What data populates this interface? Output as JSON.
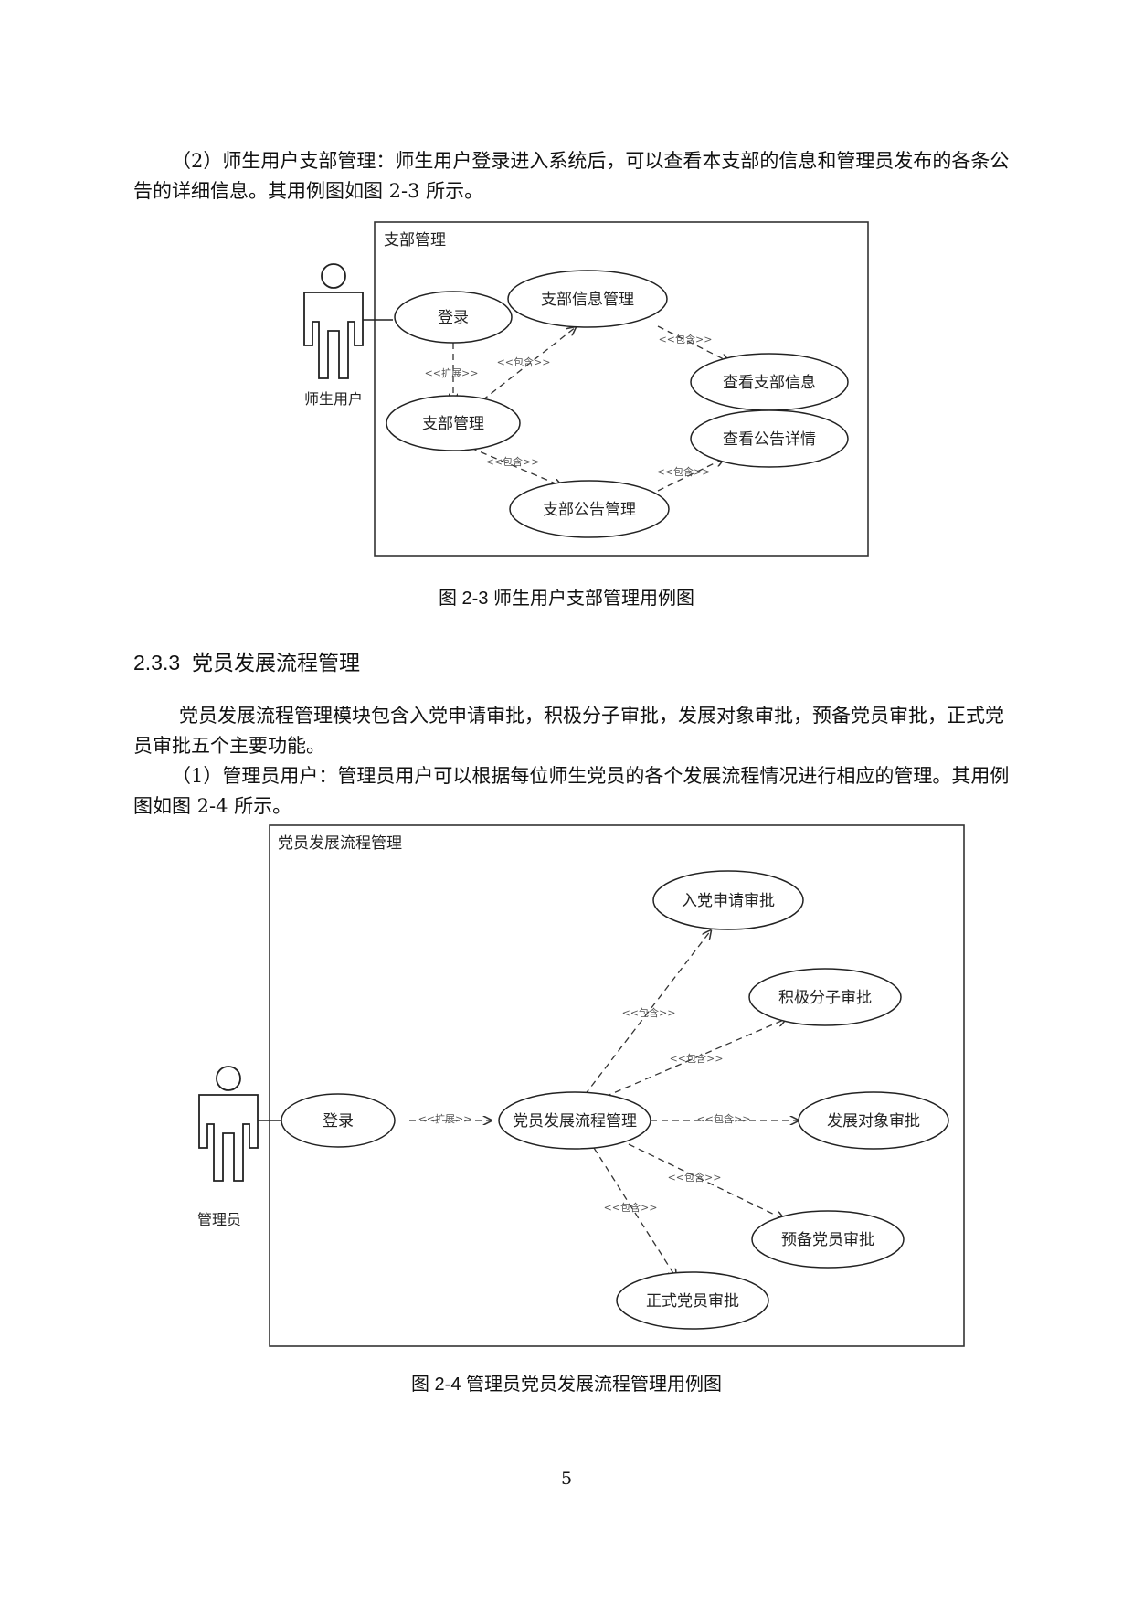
{
  "paragraphs": {
    "p1": "（2）师生用户支部管理：师生用户登录进入系统后，可以查看本支部的信息和管理员发布的各条公告的详细信息。其用例图如图 2-3 所示。",
    "p2": "党员发展流程管理模块包含入党申请审批，积极分子审批，发展对象审批，预备党员审批，正式党员审批五个主要功能。",
    "p3": "（1）管理员用户：管理员用户可以根据每位师生党员的各个发展流程情况进行相应的管理。其用例图如图 2-4 所示。"
  },
  "figure1": {
    "system_title": "支部管理",
    "actor": "师生用户",
    "use_cases": {
      "login": "登录",
      "branch_mgmt": "支部管理",
      "branch_info_mgmt": "支部信息管理",
      "view_branch_info": "查看支部信息",
      "view_notice_detail": "查看公告详情",
      "notice_mgmt": "支部公告管理"
    },
    "relations": {
      "extend": "<<扩展>>",
      "include": "<<包含>>"
    },
    "caption": "图 2-3  师生用户支部管理用例图"
  },
  "section": {
    "number": "2.3.3",
    "title": "党员发展流程管理"
  },
  "figure2": {
    "system_title": "党员发展流程管理",
    "actor": "管理员",
    "use_cases": {
      "login": "登录",
      "process_mgmt": "党员发展流程管理",
      "apply_review": "入党申请审批",
      "activist_review": "积极分子审批",
      "target_review": "发展对象审批",
      "probationary_review": "预备党员审批",
      "formal_review": "正式党员审批"
    },
    "relations": {
      "extend": "<<扩展>>",
      "include": "<<包含>>"
    },
    "caption": "图 2-4  管理员党员发展流程管理用例图"
  },
  "page_number": "5"
}
